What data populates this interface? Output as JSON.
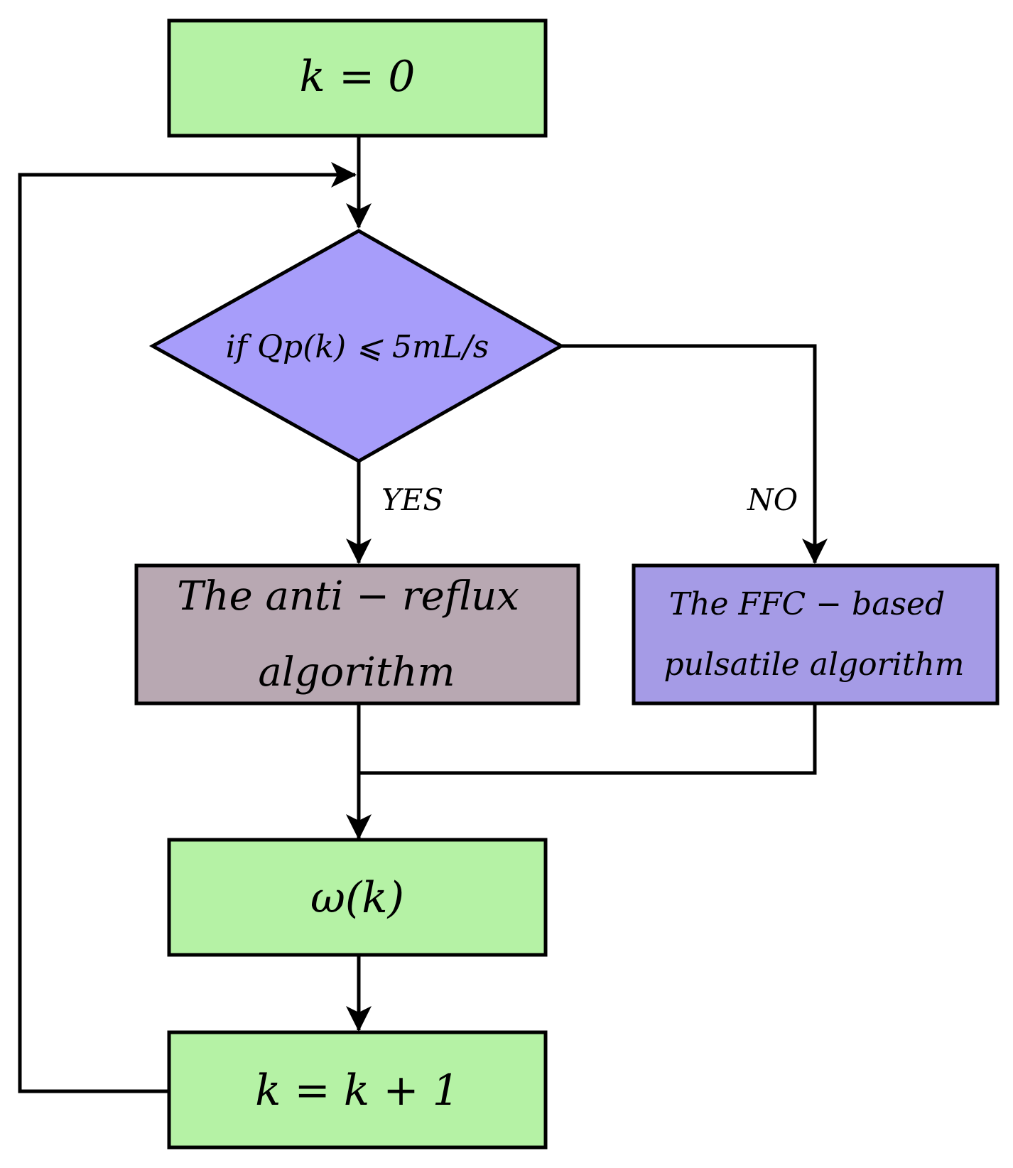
{
  "colors": {
    "green": "#b5f2a5",
    "diamond": "#a79dfa",
    "anti_reflux_box": "#b8a8b2",
    "ffc_box": "#a59be6",
    "line": "#000000"
  },
  "nodes": {
    "init": {
      "label": "k = 0"
    },
    "decision": {
      "label": "if Qp(k) ⩽ 5mL/s"
    },
    "anti_reflux": {
      "line1": "The anti − reflux",
      "line2": "algorithm"
    },
    "ffc": {
      "line1": "The FFC − based",
      "line2": "pulsatile algorithm"
    },
    "omega": {
      "label": "ω(k)"
    },
    "increment": {
      "label": "k = k + 1"
    }
  },
  "edges": {
    "yes_label": "YES",
    "no_label": "NO"
  }
}
